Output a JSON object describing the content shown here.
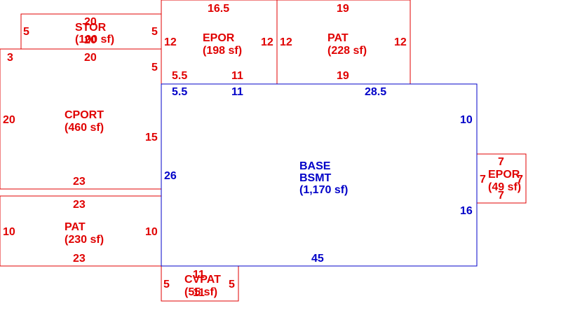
{
  "colors": {
    "red": "#e00000",
    "blue": "#0000c8",
    "background": "#ffffff"
  },
  "areas": {
    "stor": {
      "name": "STOR",
      "area": "(100 sf)",
      "dims": {
        "top": "20",
        "top2": "20",
        "left": "5",
        "right": "5"
      }
    },
    "epor_top": {
      "name": "EPOR",
      "area": "(198 sf)",
      "dims": {
        "top": "16.5",
        "left": "12",
        "right": "12",
        "bottom_left": "5.5",
        "bottom": "11"
      }
    },
    "pat_top": {
      "name": "PAT",
      "area": "(228 sf)",
      "dims": {
        "top": "19",
        "left": "12",
        "right": "12",
        "bottom": "19"
      }
    },
    "cport": {
      "name": "CPORT",
      "area": "(460 sf)",
      "dims": {
        "top_left": "3",
        "top": "20",
        "top_right": "5",
        "left": "20",
        "right": "15",
        "bottom": "23"
      }
    },
    "pat_left": {
      "name": "PAT",
      "area": "(230 sf)",
      "dims": {
        "top": "23",
        "left": "10",
        "right": "10",
        "bottom": "23"
      }
    },
    "base": {
      "name1": "BASE",
      "name2": "BSMT",
      "area": "(1,170 sf)",
      "dims": {
        "top_a": "5.5",
        "top_b": "11",
        "top_c": "28.5",
        "right_a": "10",
        "right_b": "16",
        "left": "26",
        "bottom": "45"
      }
    },
    "epor_right": {
      "name": "EPOR",
      "area": "(49 sf)",
      "dims": {
        "top": "7",
        "left": "7",
        "right": "7",
        "bottom": "7"
      }
    },
    "cvpat": {
      "name": "CVPAT",
      "area": "(55 sf)",
      "dims": {
        "top": "11",
        "left": "5",
        "right": "5",
        "bottom": "11"
      }
    }
  }
}
